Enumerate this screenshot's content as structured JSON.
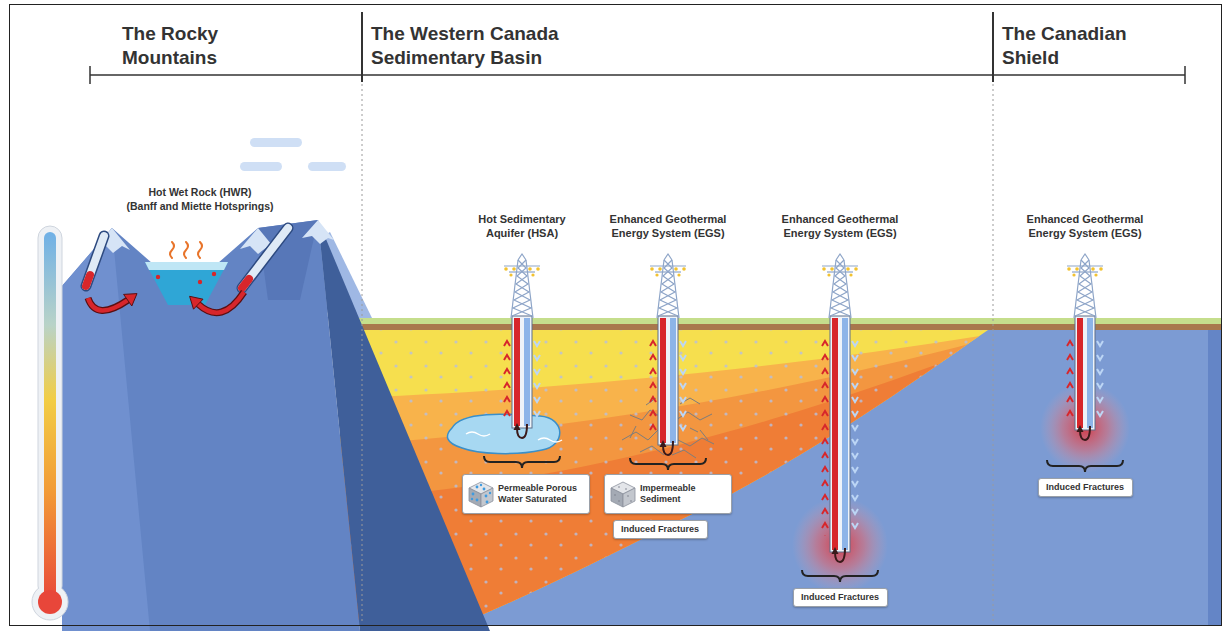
{
  "diagram": {
    "nodes": [
      {
        "text": [
          "Permeable Porous Water Saturated"
        ]
      },
      {
        "text": [
          "Impermeable Sediment"
        ]
      },
      {
        "text": [
          "Induced Fractures"
        ]
      },
      {
        "text": [
          "Induced Fractures"
        ]
      },
      {
        "text": [
          "Induced Fractures"
        ]
      }
    ],
    "labels": [
      "The Rocky Mountains",
      "The Western Canada Sedimentary Basin",
      "The Canadian Shield",
      "Hot Wet Rock (HWR)",
      "(Banff and Miette Hotsprings)",
      "Hot Sedimentary Aquifer (HSA)",
      "Enhanced Geothermal Energy System (EGS)",
      "Enhanced Geothermal Energy System (EGS)",
      "Enhanced Geothermal Energy System (EGS)"
    ]
  }
}
